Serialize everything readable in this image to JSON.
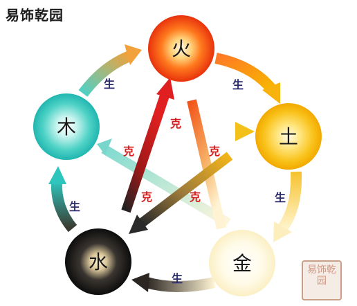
{
  "title": "易饰乾园",
  "elements": {
    "fire": "火",
    "earth": "土",
    "metal": "金",
    "water": "水",
    "wood": "木"
  },
  "relations": {
    "generate": "生",
    "overcome": "克"
  },
  "watermark": "易饰乾园",
  "colors": {
    "generate_text": "#2a2a6e",
    "overcome_text": "#d81c1c",
    "fire": "#ee3a10",
    "earth": "#f7b500",
    "metal": "#fff7d6",
    "water": "#141414",
    "wood": "#27c2bc"
  }
}
